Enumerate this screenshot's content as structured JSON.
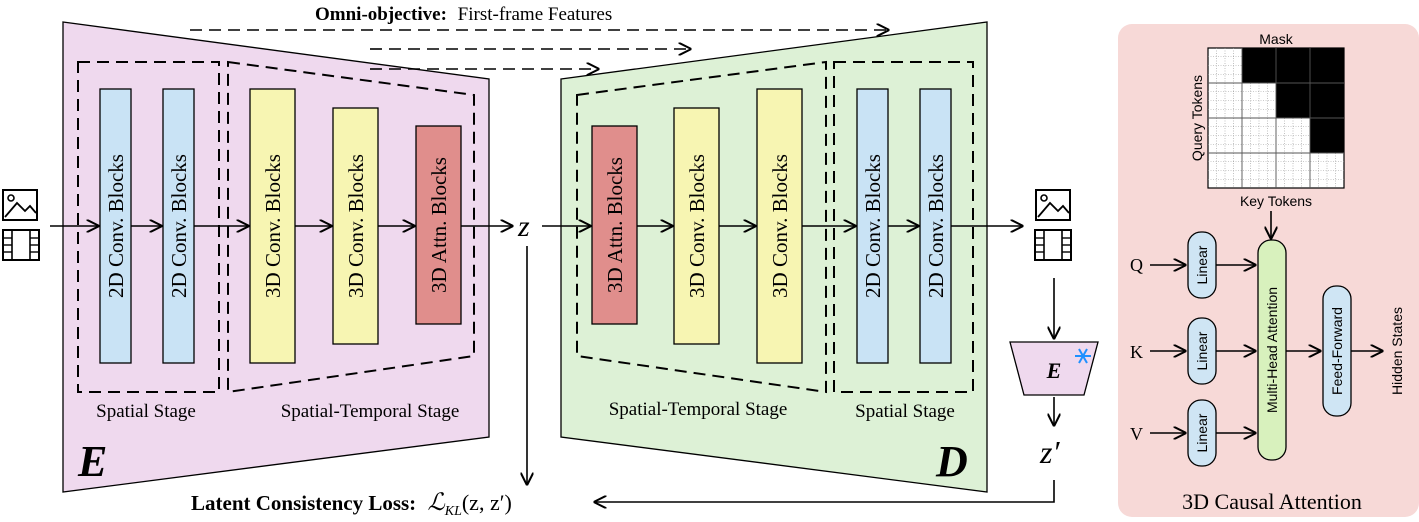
{
  "top": {
    "omni_title": "Omni-objective:",
    "omni_sub": "First-frame Features"
  },
  "encoder": {
    "letter": "E",
    "blocks": [
      "2D Conv. Blocks",
      "2D Conv. Blocks",
      "3D Conv. Blocks",
      "3D Conv. Blocks",
      "3D Attn. Blocks"
    ],
    "stage_labels": [
      "Spatial Stage",
      "Spatial-Temporal Stage"
    ]
  },
  "latent": {
    "z": "z",
    "z_prime": "z′"
  },
  "decoder": {
    "letter": "D",
    "blocks": [
      "3D Attn. Blocks",
      "3D Conv. Blocks",
      "3D Conv. Blocks",
      "2D Conv. Blocks",
      "2D Conv. Blocks"
    ],
    "stage_labels": [
      "Spatial-Temporal Stage",
      "Spatial Stage"
    ]
  },
  "frozen_encoder": {
    "letter": "E",
    "badge": "snowflake-icon"
  },
  "loss": {
    "label": "Latent Consistency Loss:",
    "formula": "ℒ",
    "subscript": "KL",
    "args": "(z, z′)"
  },
  "attention_panel": {
    "title": "3D Causal Attention",
    "mask_title": "Mask",
    "query_tokens": "Query Tokens",
    "key_tokens": "Key Tokens",
    "inputs": [
      "Q",
      "K",
      "V"
    ],
    "linear": "Linear",
    "mha": "Multi-Head Attention",
    "ffn": "Feed-Forward",
    "output": "Hidden States"
  },
  "colors": {
    "encoder_bg": "#efd9ee",
    "decoder_bg": "#ddf1d6",
    "panel_bg": "#f7d9d7",
    "blue_block": "#c9e3f5",
    "yellow_block": "#f7f5b2",
    "red_block": "#e08e8c",
    "green_node": "#d8f1bd",
    "blue_node": "#cfe5f4"
  }
}
